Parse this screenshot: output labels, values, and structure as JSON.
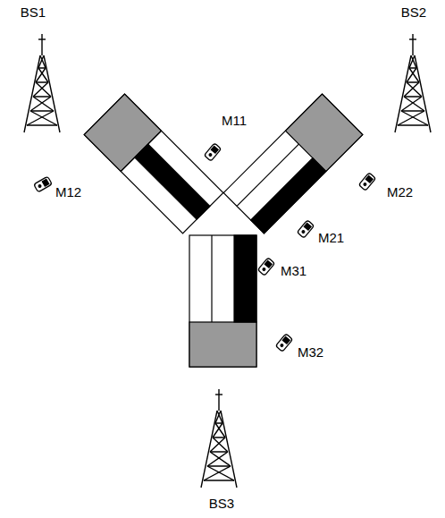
{
  "diagram": {
    "labels": [
      "BS1",
      "BS2",
      "M11",
      "M12",
      "M22",
      "M21",
      "M31",
      "M32",
      "BS3"
    ]
  }
}
